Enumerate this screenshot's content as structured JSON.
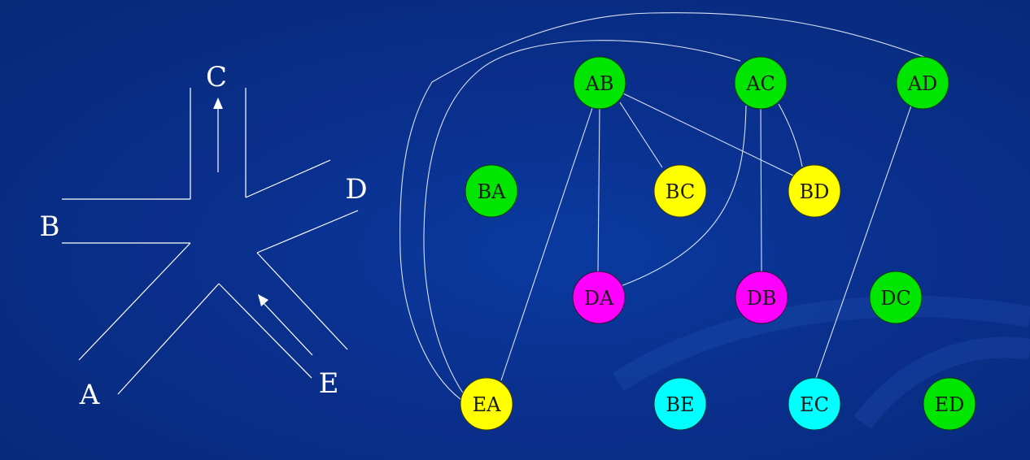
{
  "intersection": {
    "labels": {
      "A": "A",
      "B": "B",
      "C": "C",
      "D": "D",
      "E": "E"
    }
  },
  "graph": {
    "nodes": [
      {
        "id": "AB",
        "label": "AB",
        "color": "#00e600"
      },
      {
        "id": "AC",
        "label": "AC",
        "color": "#00e600"
      },
      {
        "id": "AD",
        "label": "AD",
        "color": "#00e600"
      },
      {
        "id": "BA",
        "label": "BA",
        "color": "#00e600"
      },
      {
        "id": "BC",
        "label": "BC",
        "color": "#ffff00"
      },
      {
        "id": "BD",
        "label": "BD",
        "color": "#ffff00"
      },
      {
        "id": "DA",
        "label": "DA",
        "color": "#ff00ff"
      },
      {
        "id": "DB",
        "label": "DB",
        "color": "#ff00ff"
      },
      {
        "id": "DC",
        "label": "DC",
        "color": "#00e600"
      },
      {
        "id": "EA",
        "label": "EA",
        "color": "#ffff00"
      },
      {
        "id": "BE",
        "label": "BE",
        "color": "#00ffff"
      },
      {
        "id": "EC",
        "label": "EC",
        "color": "#00ffff"
      },
      {
        "id": "ED",
        "label": "ED",
        "color": "#00e600"
      }
    ],
    "edges": [
      [
        "AB",
        "BC"
      ],
      [
        "AB",
        "BD"
      ],
      [
        "AB",
        "DA"
      ],
      [
        "AB",
        "EA"
      ],
      [
        "AC",
        "BD"
      ],
      [
        "AC",
        "DB"
      ],
      [
        "AC",
        "DA"
      ],
      [
        "AC",
        "EA"
      ],
      [
        "AD",
        "EA"
      ],
      [
        "AD",
        "EC"
      ]
    ]
  }
}
